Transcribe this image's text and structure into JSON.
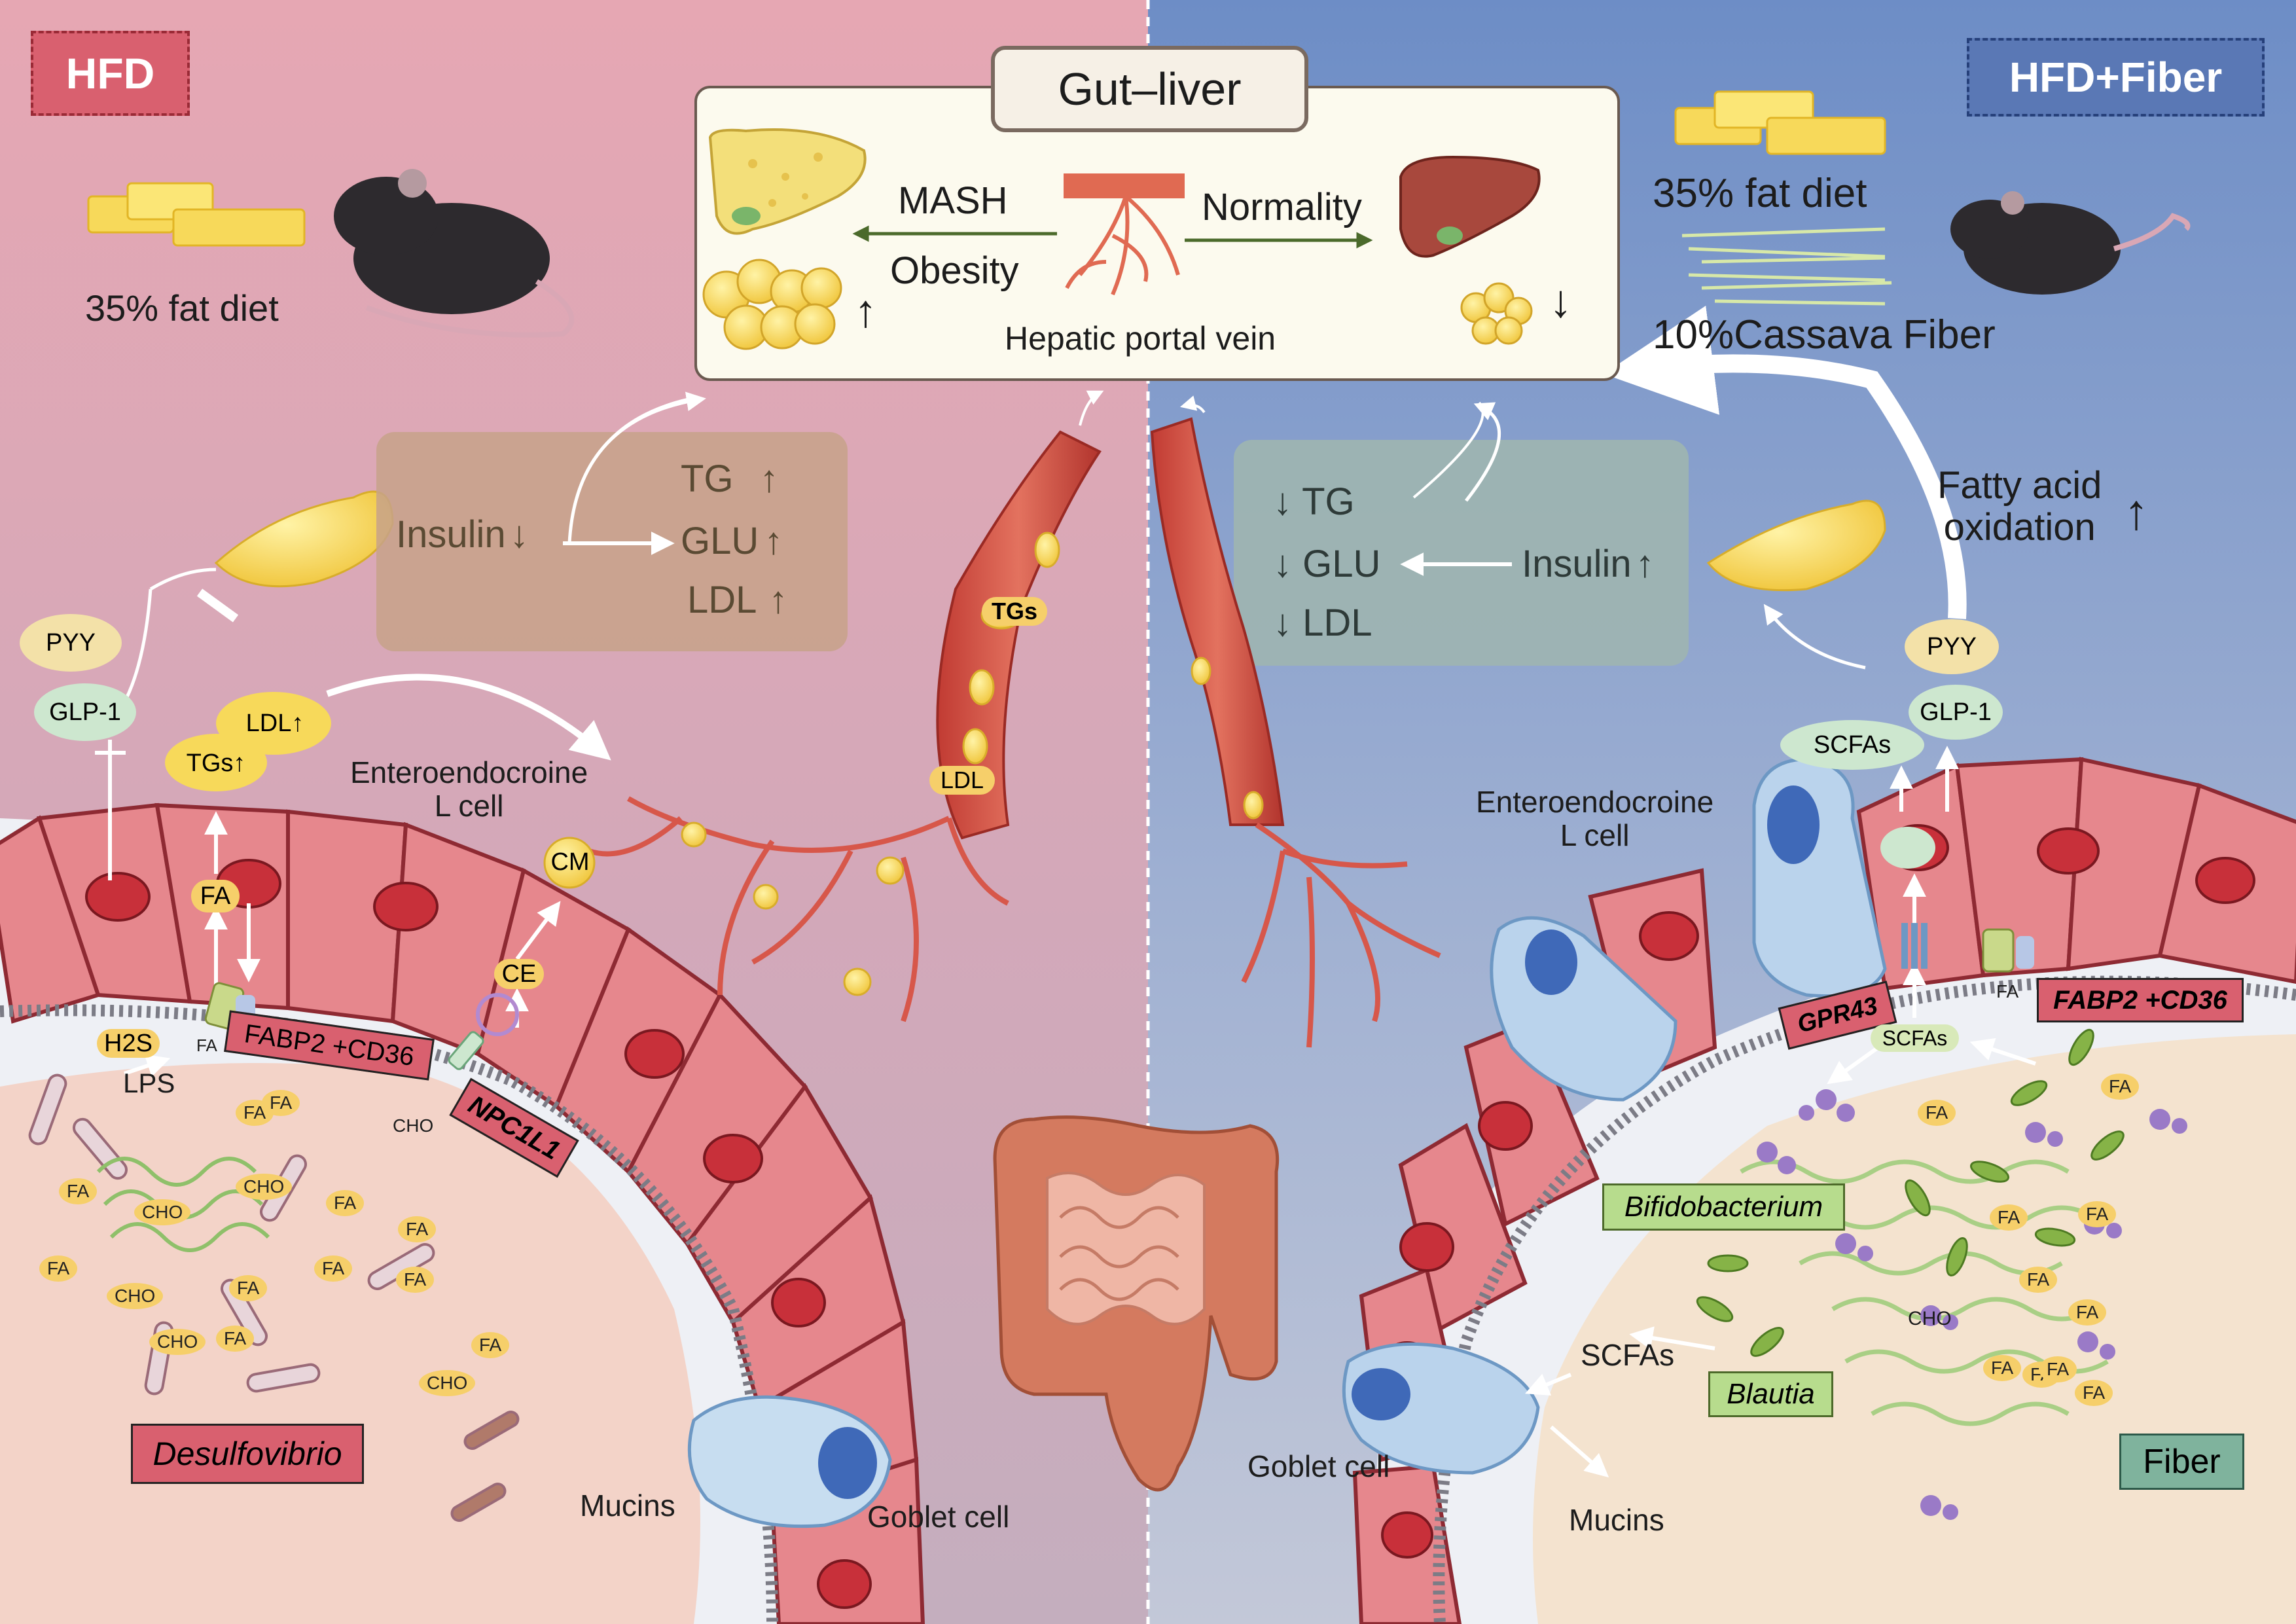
{
  "panels": {
    "left_badge": "HFD",
    "right_badge": "HFD+Fiber",
    "left_diet": "35% fat diet",
    "right_diet": "35% fat diet",
    "right_fiber_diet": "10%Cassava Fiber"
  },
  "gut_liver": {
    "title": "Gut–liver",
    "mash": "MASH",
    "obesity": "Obesity",
    "normality": "Normality",
    "portal_vein": "Hepatic portal vein"
  },
  "left": {
    "insulin": "Insulin",
    "tg": "TG",
    "glu": "GLU",
    "ldl": "LDL",
    "pyy": "PYY",
    "glp1": "GLP-1",
    "ldl_up": "LDL",
    "tgs_up": "TGs",
    "fa": "FA",
    "h2s": "H2S",
    "lps": "LPS",
    "fabp2": "FABP2 +CD36",
    "npc1l1": "NPC1L1",
    "cho": "CHO",
    "ce": "CE",
    "cm": "CM",
    "tgs_vessel": "TGs",
    "ldl_vessel": "LDL",
    "l_cell": [
      "Enteroendocroine",
      "L cell"
    ],
    "desulfovibrio": "Desulfovibrio",
    "mucins": "Mucins",
    "goblet": "Goblet cell",
    "lumen_labels": [
      {
        "t": "FA"
      },
      {
        "t": "CHO"
      },
      {
        "t": "FA"
      },
      {
        "t": "CHO"
      },
      {
        "t": "FA"
      },
      {
        "t": "CHO"
      },
      {
        "t": "FA"
      },
      {
        "t": "FA"
      },
      {
        "t": "CHO"
      },
      {
        "t": "FA"
      },
      {
        "t": "FA"
      },
      {
        "t": "FA"
      },
      {
        "t": "FA"
      },
      {
        "t": "FA"
      },
      {
        "t": "FA"
      },
      {
        "t": "CHO"
      }
    ]
  },
  "right": {
    "tg": "TG",
    "glu": "GLU",
    "ldl": "LDL",
    "insulin": "Insulin",
    "fatty_acid_ox": [
      "Fatty acid",
      "oxidation"
    ],
    "pyy": "PYY",
    "glp1": "GLP-1",
    "scfas": "SCFAs",
    "l_cell": [
      "Enteroendocroine",
      "L cell"
    ],
    "gpr43": "GPR43",
    "fabp2": "FABP2 +CD36",
    "fa": "FA",
    "scfas_lumen": "SCFAs",
    "bifido": "Bifidobacterium",
    "blautia": "Blautia",
    "scfas_goblet": "SCFAs",
    "goblet": "Goblet cell",
    "mucins": "Mucins",
    "fiber": "Fiber",
    "cho": "CHO",
    "lumen_labels": [
      {
        "t": "FA"
      },
      {
        "t": "FA"
      },
      {
        "t": "FA"
      },
      {
        "t": "FA"
      },
      {
        "t": "FA"
      },
      {
        "t": "FA"
      },
      {
        "t": "FA"
      },
      {
        "t": "FA"
      },
      {
        "t": "FA"
      },
      {
        "t": "FA"
      }
    ]
  },
  "colors": {
    "left_bg_top": "#e6a9b4",
    "left_bg_bottom": "#c8a4b6",
    "right_bg_top": "#6f8fc7",
    "right_bg_bottom": "#b7c2d9",
    "cell": "#e7878c",
    "nucleus": "#c8303a",
    "badge_red": "#d9606f",
    "badge_blue": "#5a78b5",
    "vessel": "#d9534a"
  },
  "icons": [
    "cheese-icon",
    "mouse-icon",
    "liver-icon",
    "fat-cells-icon",
    "fat-tissue-icon",
    "intestine-icon",
    "blood-vessel-icon",
    "goblet-cell-icon",
    "bacteria-icon",
    "fiber-icon"
  ]
}
